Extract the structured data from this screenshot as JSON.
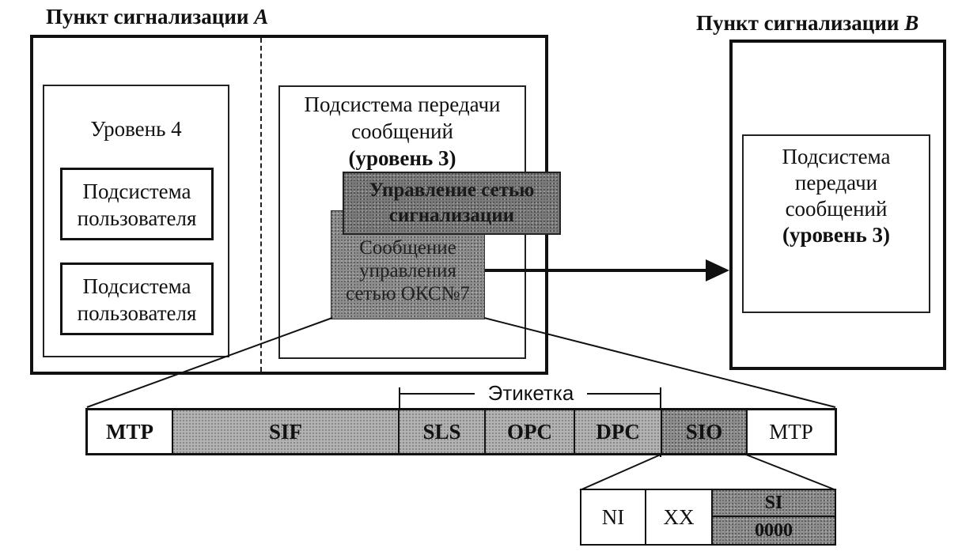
{
  "point_a": {
    "title_prefix": "Пункт сигнализации ",
    "title_letter": "A"
  },
  "point_b": {
    "title_prefix": "Пункт сигнализации ",
    "title_letter": "B",
    "mtp_box": [
      "Подсистема",
      "передачи",
      "сообщений",
      "(уровень 3)"
    ]
  },
  "level4": {
    "title": "Уровень 4",
    "user_subsystem_1": [
      "Подсистема",
      "пользователя"
    ],
    "user_subsystem_2": [
      "Подсистема",
      "пользователя"
    ]
  },
  "mtp_a": {
    "lines": [
      "Подсистема передачи",
      "сообщений"
    ],
    "level_line": "(уровень 3)",
    "network_mgmt": [
      "Управление сетью",
      "сигнализации"
    ],
    "mgmt_message": [
      "Сообщение",
      "управления",
      "сетью ОКС№7"
    ]
  },
  "message_format": {
    "label_caption": "Этикетка",
    "fields": [
      "MTP",
      "SIF",
      "SLS",
      "OPC",
      "DPC",
      "SIO",
      "MTP"
    ]
  },
  "sio_fields": {
    "ni": "NI",
    "xx": "XX",
    "si": "SI",
    "si_value": "0000"
  }
}
